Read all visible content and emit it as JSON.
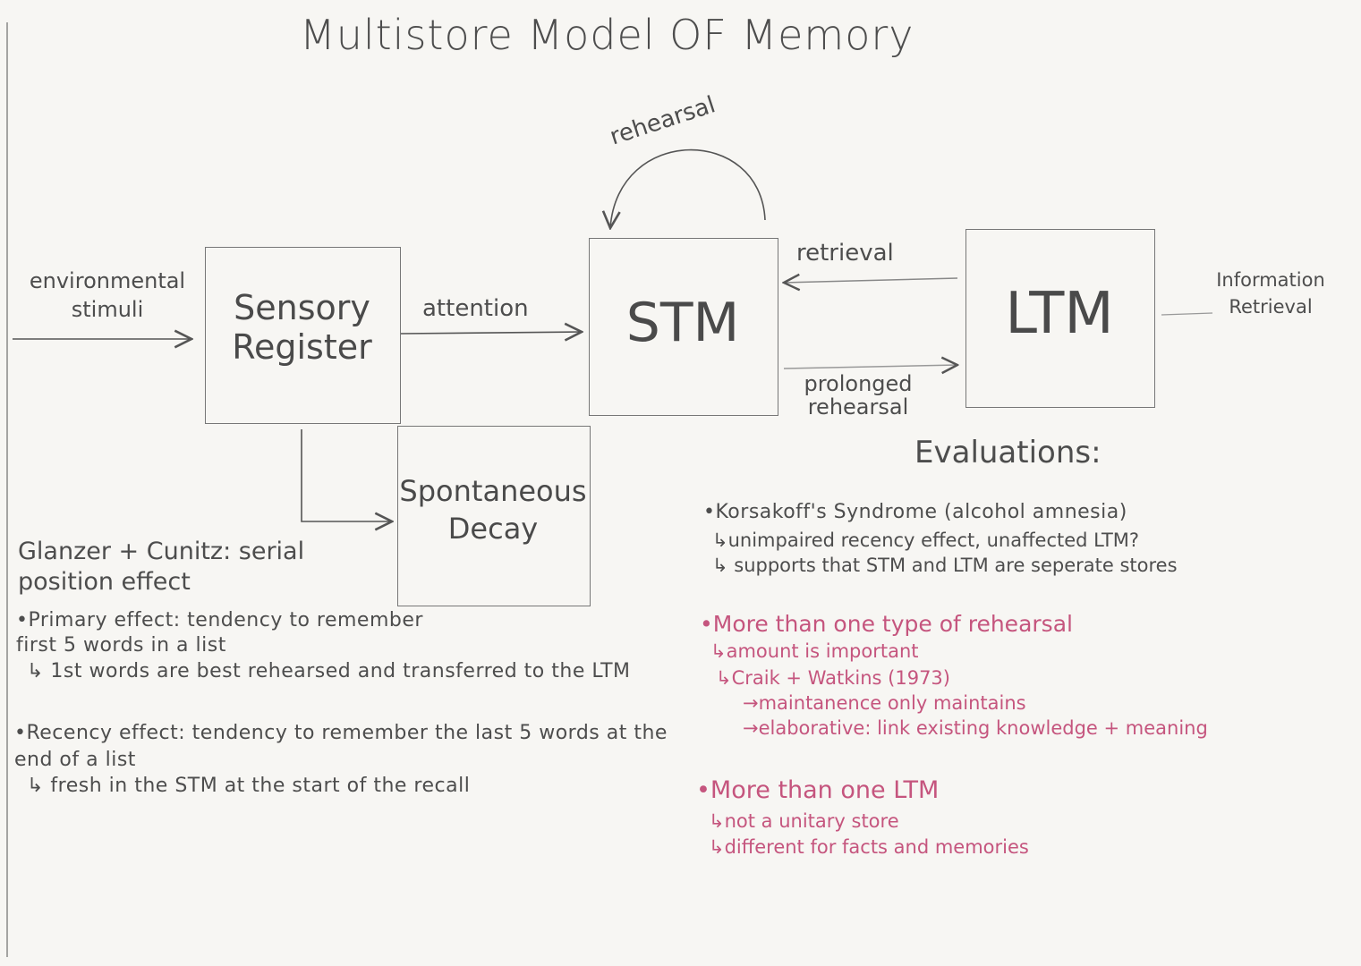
{
  "title": "Multistore Model OF Memory",
  "diagram": {
    "nodes": {
      "sensory": "Sensory Register",
      "stm": "STM",
      "ltm": "LTM",
      "decay": "Spontaneous Decay"
    },
    "edge_labels": {
      "input": "environmental stimuli",
      "attention": "attention",
      "rehearsal": "rehearsal",
      "retrieval": "retrieval",
      "prolonged": "prolonged rehearsal",
      "output": "Information Retrieval"
    }
  },
  "left_notes": {
    "heading": "Glanzer + Cunitz: serial position effect",
    "primary": "•Primary effect: tendency to remember first 5 words in a list",
    "primary_sub": "↳ 1st words are best rehearsed and transferred to the LTM",
    "recency": "•Recency effect: tendency to remember the last 5 words at the end of a list",
    "recency_sub": "↳ fresh in the STM at the start of the recall"
  },
  "evaluations": {
    "heading": "Evaluations:",
    "korsakoff": "•Korsakoff's Syndrome (alcohol amnesia)",
    "korsakoff_sub1": "↳unimpaired recency effect, unaffected LTM?",
    "korsakoff_sub2": "↳ supports that STM and LTM are seperate stores",
    "rehearsal": "•More than one type of rehearsal",
    "rehearsal_sub1": "↳amount is important",
    "rehearsal_sub2": "↳Craik + Watkins (1973)",
    "rehearsal_sub3": "→maintanence only maintains",
    "rehearsal_sub4": "→elaborative: link existing knowledge + meaning",
    "ltm": "•More than one LTM",
    "ltm_sub1": "↳not a unitary store",
    "ltm_sub2": "↳different for facts and memories"
  },
  "colors": {
    "ink": "#4d4d4d",
    "accent": "#c5557e",
    "paper": "#f7f6f3"
  }
}
